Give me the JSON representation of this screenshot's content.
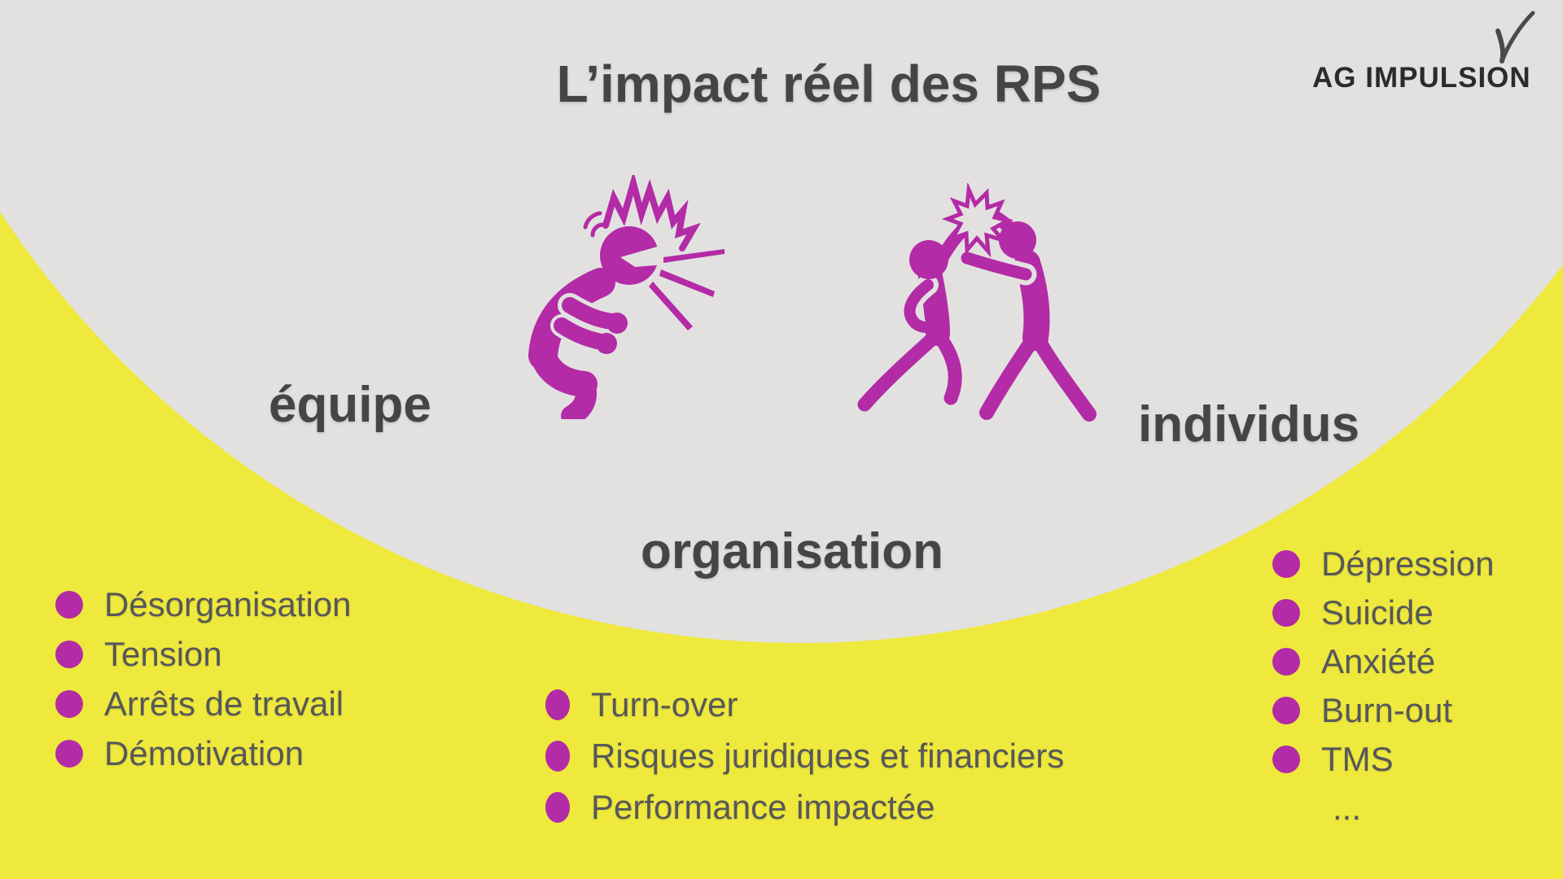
{
  "title": "L’impact réel des RPS",
  "logo": {
    "brand": "AG IMPULSION",
    "check_icon": "checkmark"
  },
  "colors": {
    "background_yellow": "#eee93c",
    "circle_gray": "#e2e1e0",
    "accent_magenta": "#b32ba6",
    "heading_gray": "#454547",
    "list_text_gray": "#57575a",
    "logo_dark": "#2b2b2b"
  },
  "icons": {
    "yelling": "person-yelling-icon",
    "fight": "two-people-fighting-icon"
  },
  "sections": {
    "equipe": {
      "label": "équipe",
      "items": [
        "Désorganisation",
        "Tension",
        "Arrêts de travail",
        "Démotivation"
      ]
    },
    "organisation": {
      "label": "organisation",
      "items": [
        "Turn-over",
        "Risques juridiques et financiers",
        "Performance impactée"
      ]
    },
    "individus": {
      "label": "individus",
      "items": [
        "Dépression",
        "Suicide",
        "Anxiété",
        "Burn-out",
        "TMS",
        "..."
      ]
    }
  }
}
